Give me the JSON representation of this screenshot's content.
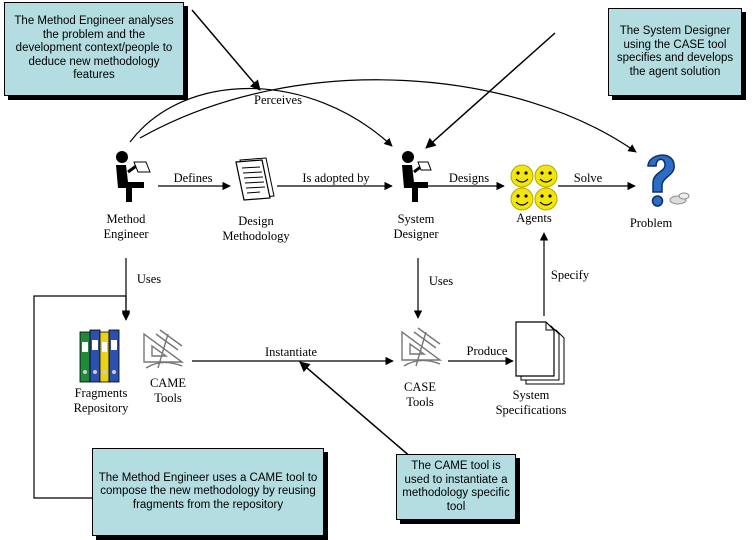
{
  "callouts": {
    "method_engineer": "The Method Engineer analyses the problem and the development context/people to deduce new methodology features",
    "system_designer": "The System Designer using the CASE tool specifies and develops the agent solution",
    "came_tool": "The CAME tool is used to instantiate a methodology specific tool",
    "method_engineer_came": "The Method Engineer uses a CAME tool to compose the new methodology by reusing fragments from the repository"
  },
  "nodes": {
    "method_engineer_l1": "Method",
    "method_engineer_l2": "Engineer",
    "design_methodology_l1": "Design",
    "design_methodology_l2": "Methodology",
    "system_designer_l1": "System",
    "system_designer_l2": "Designer",
    "agents": "Agents",
    "problem": "Problem",
    "fragments_repository_l1": "Fragments",
    "fragments_repository_l2": "Repository",
    "came_tools_l1": "CAME",
    "came_tools_l2": "Tools",
    "case_tools_l1": "CASE",
    "case_tools_l2": "Tools",
    "system_specifications_l1": "System",
    "system_specifications_l2": "Specifications"
  },
  "edges": {
    "perceives": "Perceives",
    "defines": "Defines",
    "is_adopted_by": "Is adopted by",
    "designs": "Designs",
    "solve": "Solve",
    "uses_left": "Uses",
    "uses_right": "Uses",
    "specify": "Specify",
    "instantiate": "Instantiate",
    "produce": "Produce"
  },
  "colors": {
    "callout_fill": "#b3dde0",
    "agent_face": "#f2e60c",
    "problem_icon": "#2b6cc4",
    "binder_green": "#1f8a3a",
    "binder_blue": "#2c4fb0",
    "binder_yellow": "#e8d21b"
  },
  "icons": [
    "person-at-desk-icon",
    "document-icon",
    "smiley-face-icon",
    "question-mark-icon",
    "binders-icon",
    "drafting-tools-icon",
    "pages-stack-icon"
  ]
}
